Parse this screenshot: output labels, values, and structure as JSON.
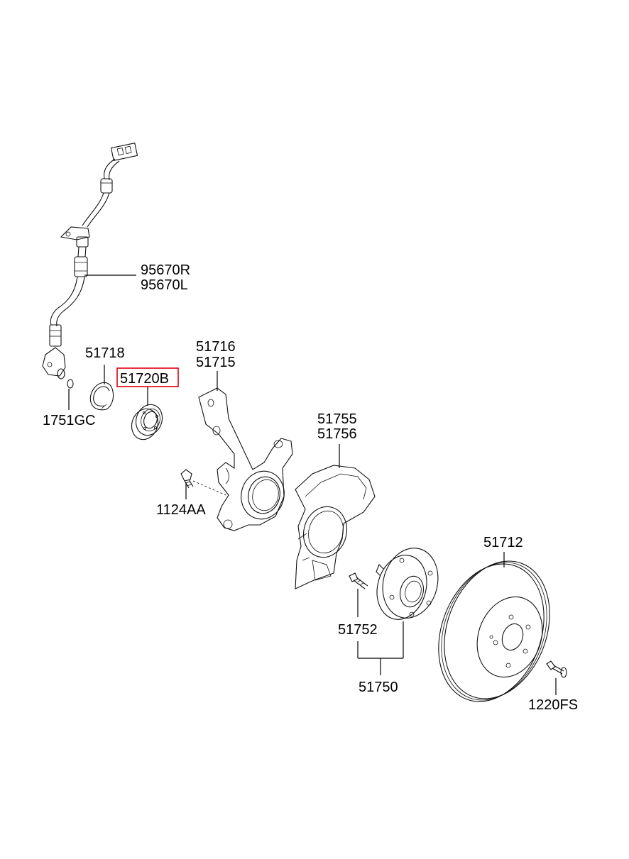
{
  "diagram": {
    "labels": {
      "p95670R": "95670R",
      "p95670L": "95670L",
      "p51718": "51718",
      "p51720B": "51720B",
      "p1751GC": "1751GC",
      "p51716": "51716",
      "p51715": "51715",
      "p1124AA": "1124AA",
      "p51755": "51755",
      "p51756": "51756",
      "p51752": "51752",
      "p51750": "51750",
      "p51712": "51712",
      "p1220FS": "1220FS"
    },
    "highlighted_part": "51720B",
    "highlight_color": "#e0000f",
    "line_color": "#000000"
  }
}
